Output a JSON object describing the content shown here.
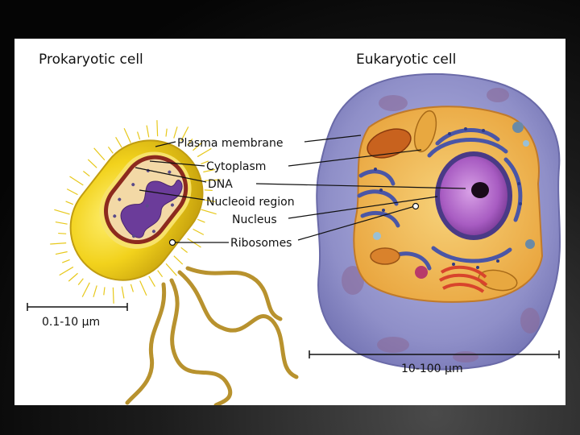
{
  "titles": {
    "prokaryotic": "Prokaryotic cell",
    "eukaryotic": "Eukaryotic cell"
  },
  "labels": {
    "plasma_membrane": "Plasma membrane",
    "cytoplasm": "Cytoplasm",
    "dna": "DNA",
    "nucleoid_region": "Nucleoid region",
    "nucleus": "Nucleus",
    "ribosomes": "Ribosomes"
  },
  "scales": {
    "prokaryotic": "0.1-10 µm",
    "eukaryotic": "10-100 µm"
  },
  "colors": {
    "slide_background": "#0a0a0a",
    "panel": "#ffffff",
    "prokaryote_body": "#f2d21c",
    "prokaryote_membrane": "#8c2a1e",
    "prokaryote_cytoplasm": "#f3d9a6",
    "dna": "#6b3c9a",
    "eukaryote_outer": "#8f8fc8",
    "eukaryote_cytoplasm": "#f1b64e",
    "nucleus": "#b068c8",
    "nucleolus": "#1a0a1a",
    "er": "#4a56a6",
    "mitochondria": "#c8621e",
    "golgi": "#d8442c"
  }
}
